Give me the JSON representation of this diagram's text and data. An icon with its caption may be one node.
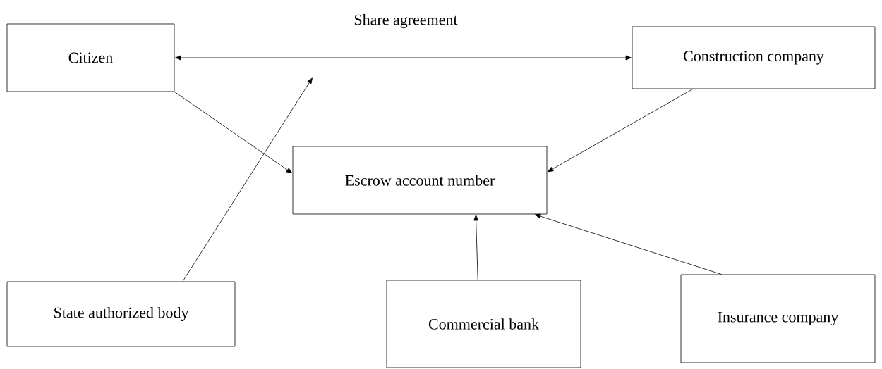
{
  "diagram": {
    "nodes": [
      {
        "text": [
          "Citizen"
        ]
      },
      {
        "text": [
          "Construction company"
        ]
      },
      {
        "text": [
          "Escrow account number"
        ]
      },
      {
        "text": [
          "State authorized body"
        ]
      },
      {
        "text": [
          "Commercial bank"
        ]
      },
      {
        "text": [
          "Insurance company"
        ]
      }
    ],
    "edges": [
      {
        "from": 0,
        "to": 1,
        "arrow": "both",
        "label": "Share agreement"
      },
      {
        "from": 0,
        "to": 2,
        "arrow": "to"
      },
      {
        "from": 1,
        "to": 2,
        "arrow": "to"
      },
      {
        "from": 3,
        "to": null,
        "arrow": "to"
      },
      {
        "from": 4,
        "to": 2,
        "arrow": "to"
      },
      {
        "from": 5,
        "to": 2,
        "arrow": "to"
      }
    ]
  }
}
